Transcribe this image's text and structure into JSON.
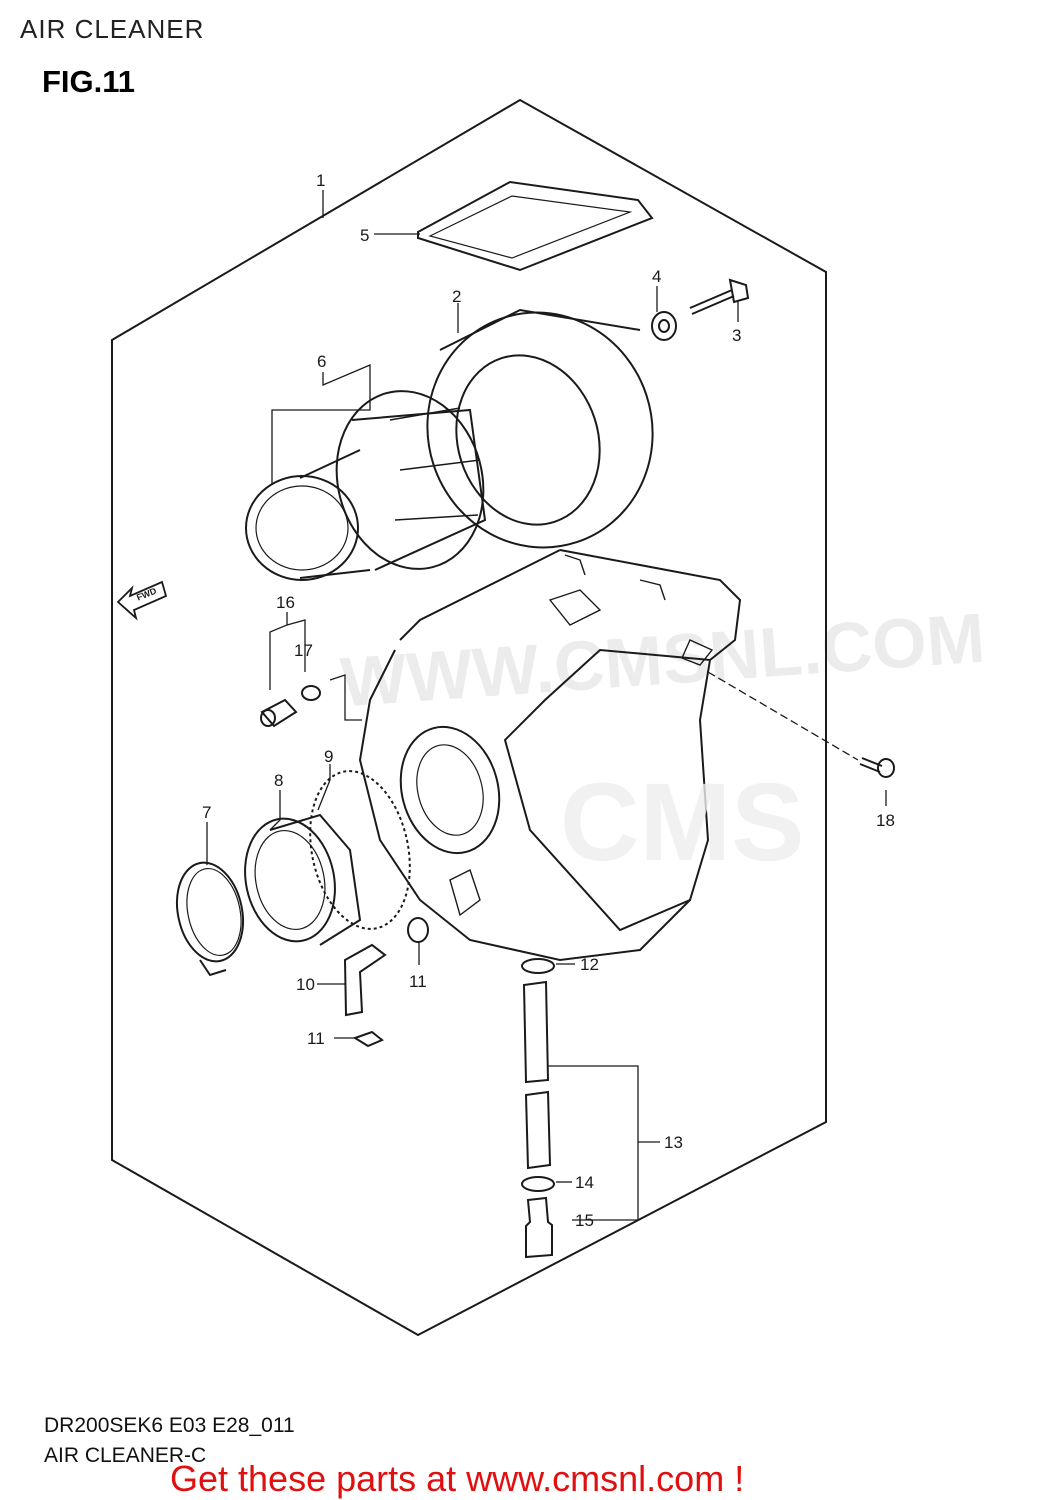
{
  "header": {
    "section_title": "AIR CLEANER",
    "figure_label": "FIG.11"
  },
  "callouts": [
    "1",
    "2",
    "3",
    "4",
    "5",
    "6",
    "7",
    "8",
    "9",
    "10",
    "11",
    "11",
    "11",
    "12",
    "13",
    "14",
    "15",
    "16",
    "17",
    "18"
  ],
  "direction_marker": "FWD",
  "watermark": {
    "brand": "CMS",
    "url": "WWW.CMSNL.COM"
  },
  "footer": {
    "diagram_code": "DR200SEK6 E03 E28_011",
    "diagram_subcode": "AIR CLEANER-C",
    "promo_text": "Get these parts at www.cmsnl.com !"
  },
  "colors": {
    "line": "#1a1a1a",
    "promo": "#e01010",
    "watermark": "#ececec"
  }
}
